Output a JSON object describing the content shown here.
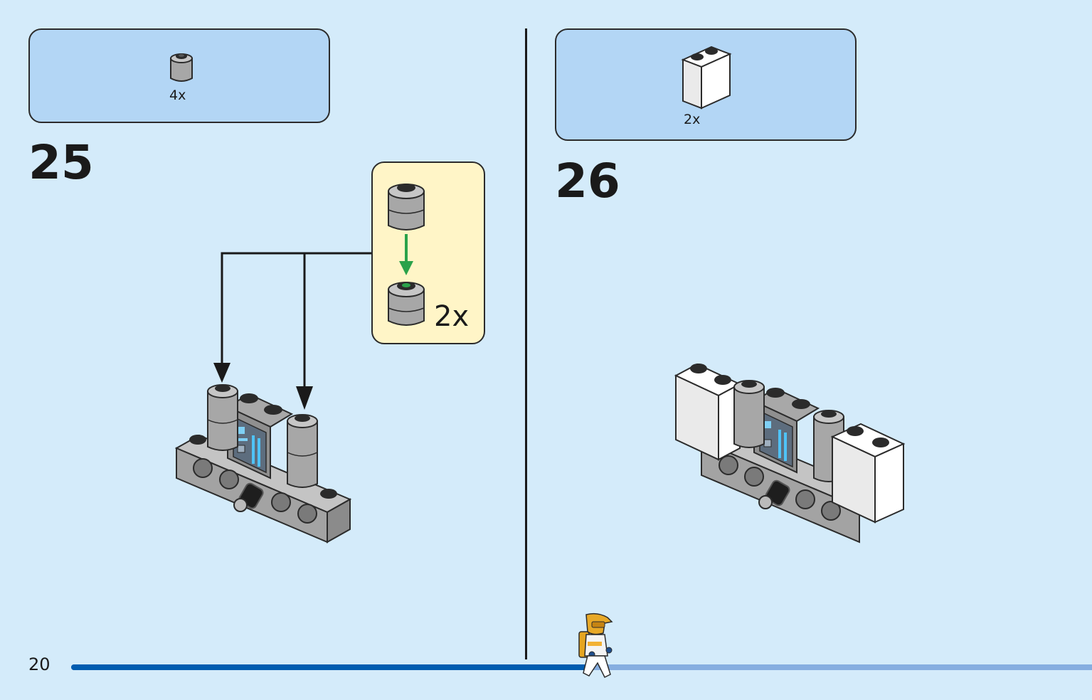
{
  "page": {
    "number": "20",
    "progress_fraction": 0.51
  },
  "steps": [
    {
      "number": "25",
      "parts": [
        {
          "icon": "round-brick-gray-icon",
          "count": "4x"
        }
      ],
      "sub_assembly": {
        "icon": "stacked-round-bricks-icon",
        "multiplier": "2x"
      }
    },
    {
      "number": "26",
      "parts": [
        {
          "icon": "white-brick-1x2x2-icon",
          "count": "2x"
        }
      ]
    }
  ],
  "colors": {
    "background": "#d4ebfa",
    "parts_box": "#b3d6f5",
    "sub_box": "#fff5c7",
    "progress": "#005cb0",
    "progress_track": "#86aee0",
    "green_arrow": "#2aa24a"
  }
}
